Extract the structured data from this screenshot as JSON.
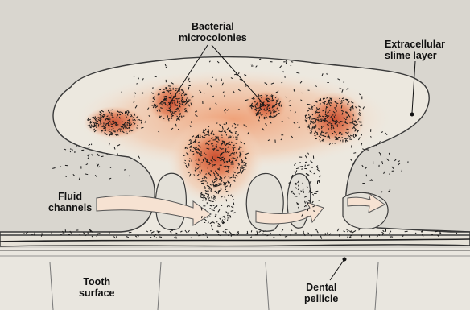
{
  "labels": {
    "bacterial_microcolonies": [
      "Bacterial",
      "microcolonies"
    ],
    "extracellular_slime_layer": [
      "Extracellular",
      "slime layer"
    ],
    "fluid_channels": [
      "Fluid",
      "channels"
    ],
    "tooth_surface": [
      "Tooth",
      "surface"
    ],
    "dental_pellicle": [
      "Dental",
      "pellicle"
    ]
  },
  "colors": {
    "background": "#d9d6cf",
    "slime": "#ece8df",
    "outline": "#3a3a3a",
    "colony": "#d55a3a",
    "colony_glow": "#ef9a6e",
    "channel_arrow": "#f6e2d2",
    "tooth": "#e9e6df",
    "speckle": "#1a1a1a"
  },
  "icons": {
    "fluid_arrow": "right-arrow-icon"
  }
}
